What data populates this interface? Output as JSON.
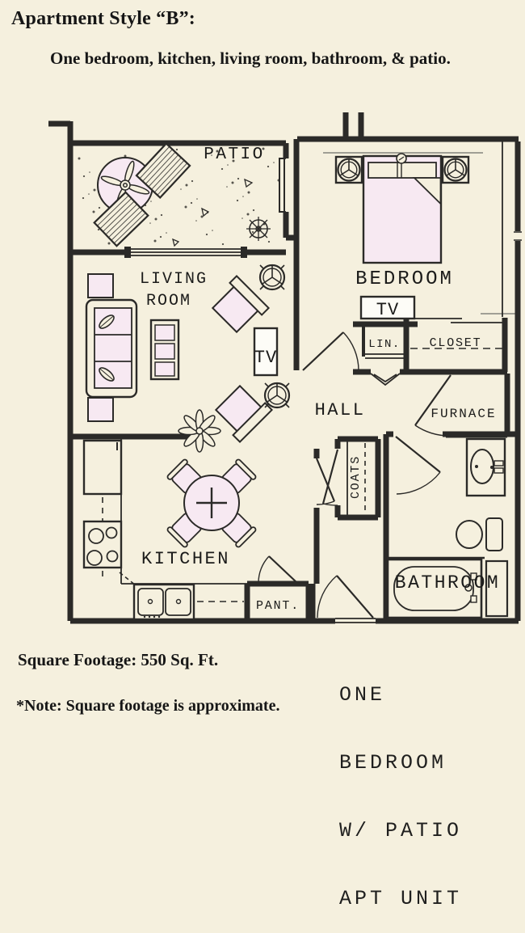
{
  "header": {
    "title": "Apartment Style “B”:",
    "subtitle": "One bedroom, kitchen, living room, bathroom, & patio."
  },
  "floorplan": {
    "rooms": {
      "patio": "PATIO",
      "bedroom": "BEDROOM",
      "living_line1": "LIVING",
      "living_line2": "ROOM",
      "hall": "HALL",
      "kitchen": "KITCHEN",
      "bathroom": "BATHROOM",
      "closet": "CLOSET",
      "linen": "LIN.",
      "furnace": "FURNACE",
      "coats": "COATS",
      "pantry": "PANT.",
      "tv_bedroom": "TV",
      "tv_living": "TV"
    }
  },
  "footer": {
    "square_footage": "Square Footage: 550 Sq. Ft.",
    "note": "*Note: Square footage is approximate.",
    "unit_lines": [
      "ONE",
      "BEDROOM",
      "W/ PATIO",
      "APT UNIT"
    ]
  },
  "colors": {
    "paper": "#f5f0de",
    "wall": "#2b2a28",
    "furniture_pink": "#f7e9f2",
    "text": "#1b1b1a"
  }
}
